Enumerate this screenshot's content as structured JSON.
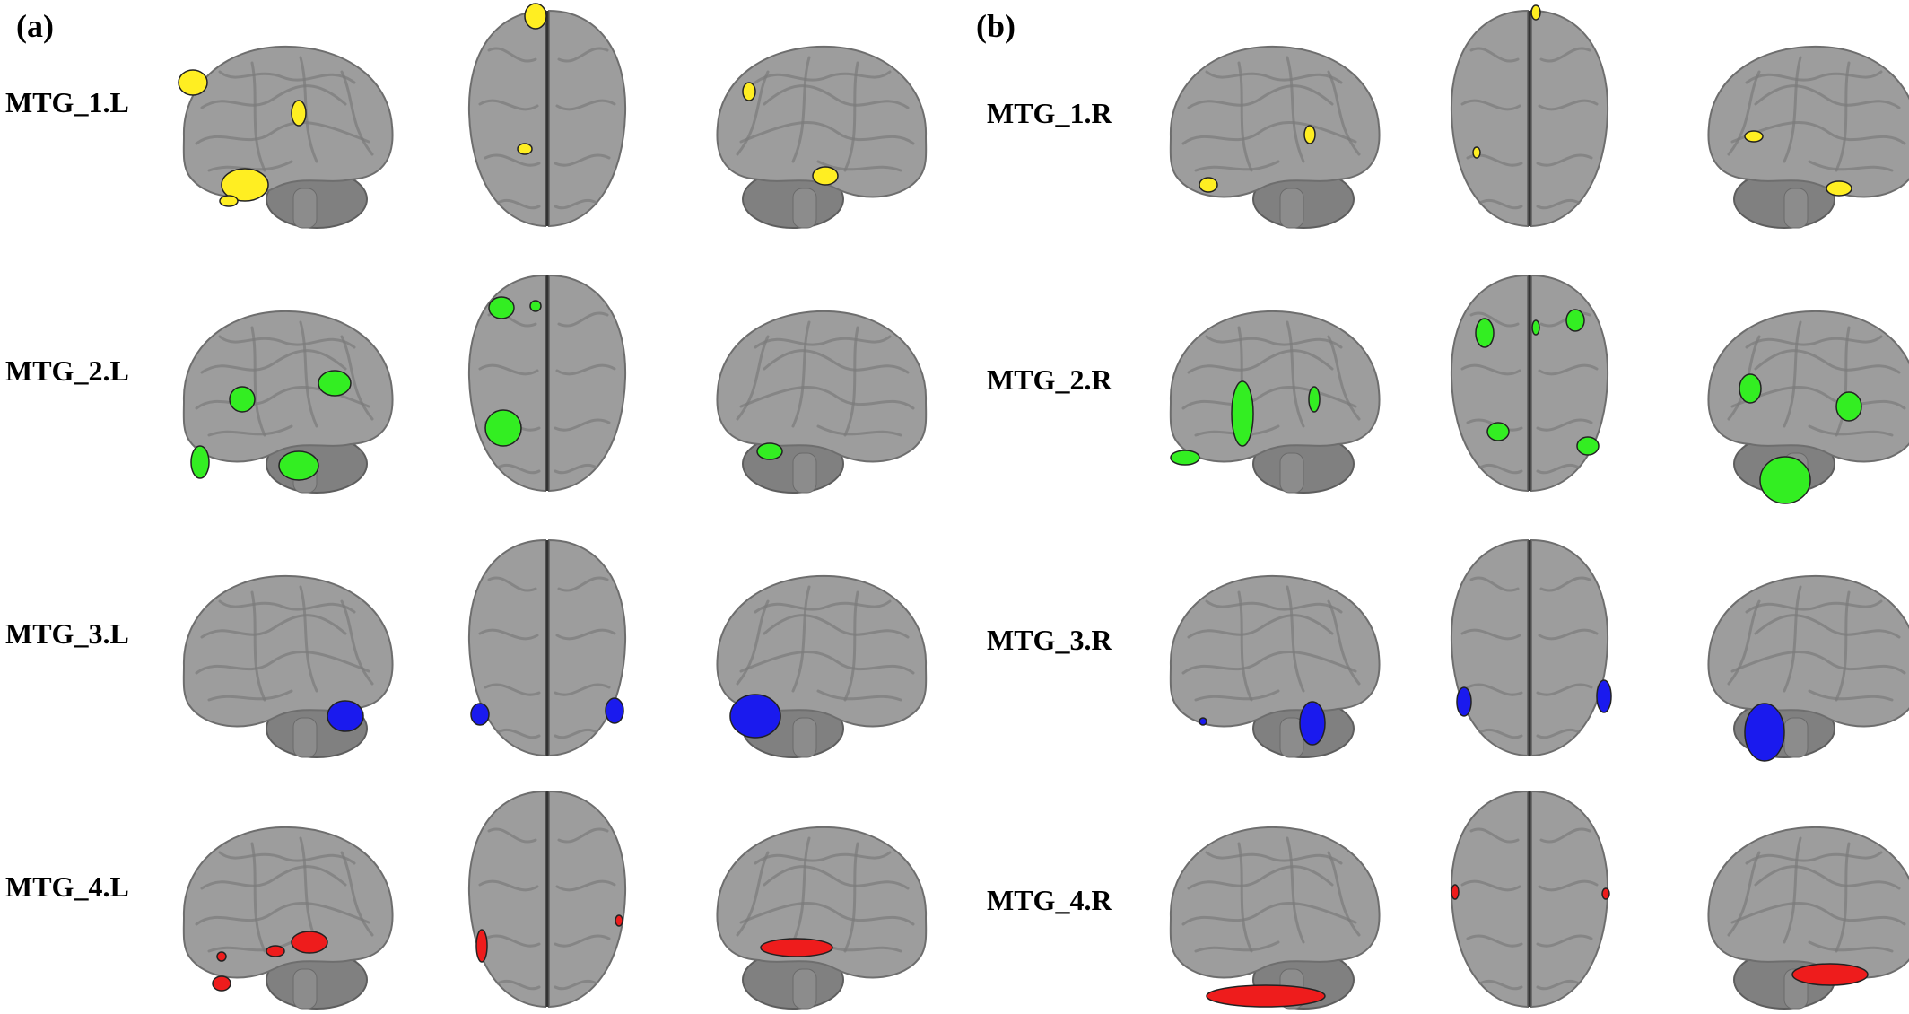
{
  "panels": [
    {
      "letter": "(a)",
      "rows": [
        {
          "label": "MTG_1.L",
          "color": "#ffee22"
        },
        {
          "label": "MTG_2.L",
          "color": "#33ee22"
        },
        {
          "label": "MTG_3.L",
          "color": "#1a1aee"
        },
        {
          "label": "MTG_4.L",
          "color": "#ee1c1c"
        }
      ]
    },
    {
      "letter": "(b)",
      "rows": [
        {
          "label": "MTG_1.R",
          "color": "#ffee22"
        },
        {
          "label": "MTG_2.R",
          "color": "#33ee22"
        },
        {
          "label": "MTG_3.R",
          "color": "#1a1aee"
        },
        {
          "label": "MTG_4.R",
          "color": "#ee1c1c"
        }
      ]
    }
  ],
  "views": [
    "left-lateral",
    "top",
    "right-lateral"
  ]
}
